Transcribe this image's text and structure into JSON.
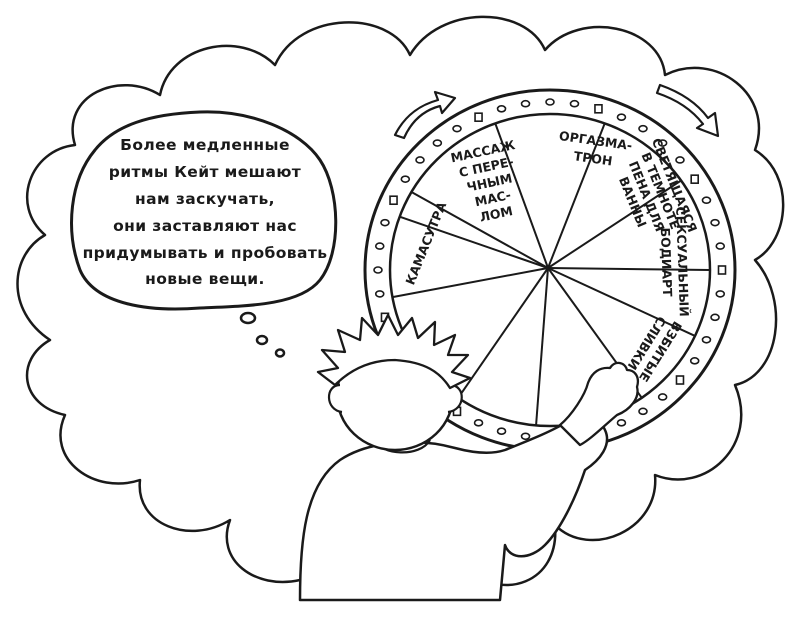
{
  "thought_bubble": {
    "lines": [
      "Более медленные",
      "ритмы Кейт мешают",
      "нам заскучать,",
      "они заставляют нас",
      "придумывать и пробовать",
      "новые вещи."
    ]
  },
  "wheel": {
    "wedges": [
      {
        "id": "kamasutra",
        "lines": [
          "КАМАСУТРА"
        ]
      },
      {
        "id": "massage",
        "lines": [
          "МАССАЖ",
          "С ПЕРЕ-",
          "ЧНЫМ",
          "МАС-",
          "ЛОМ"
        ]
      },
      {
        "id": "orgasmatron",
        "lines": [
          "ОРГАЗМА-",
          "ТРОН"
        ]
      },
      {
        "id": "glow-foam",
        "lines": [
          "СВЕТЯЩАЯСЯ",
          "В ТЕМНОТЕ",
          "ПЕНА ДЛЯ",
          "ВАННЫ"
        ]
      },
      {
        "id": "bodyart",
        "lines": [
          "СЕКСУАЛЬНЫЙ",
          "БОДИАРТ"
        ]
      },
      {
        "id": "cream",
        "lines": [
          "ВЗБИТЫЕ",
          "СЛИВКИ"
        ]
      }
    ]
  },
  "icons": {
    "rotation_arrows": "curved-arrow-icon"
  }
}
